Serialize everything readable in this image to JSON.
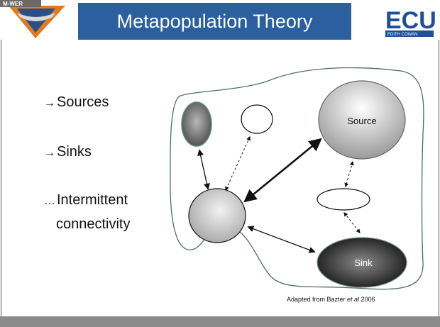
{
  "slide": {
    "title": "Metapopulation Theory",
    "logo_left_text": "M-WER",
    "logo_right_text": "ECU",
    "logo_right_sub": "EDITH COWAN"
  },
  "bullets": [
    {
      "mark": "→",
      "text": "Sources"
    },
    {
      "mark": "→",
      "text": "Sinks"
    },
    {
      "mark": "…",
      "text": "Intermittent"
    },
    {
      "mark": "",
      "text": "connectivity"
    }
  ],
  "diagram": {
    "source_label": "Source",
    "sink_label": "Sink"
  },
  "credit": {
    "prefix": "Adapted from Bazter ",
    "italic": "et al",
    "suffix": " 2006"
  },
  "colors": {
    "title_bar": "#2b5f9e",
    "footer": "#8a8a8a",
    "logo_orange": "#e07b1f",
    "logo_blue": "#1f4f96"
  }
}
